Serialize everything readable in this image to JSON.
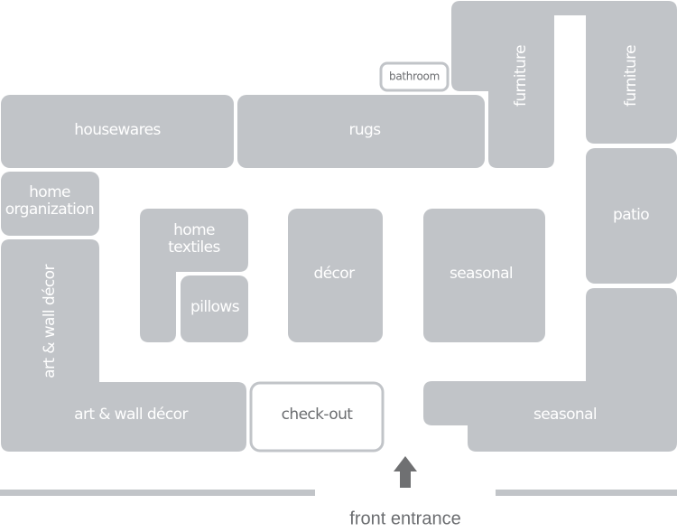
{
  "map": {
    "departments": {
      "housewares": "housewares",
      "rugs": "rugs",
      "bathroom": "bathroom",
      "furniture_left": "furniture",
      "furniture_right": "furniture",
      "home_organization_line1": "home",
      "home_organization_line2": "organization",
      "home_textiles_line1": "home",
      "home_textiles_line2": "textiles",
      "pillows": "pillows",
      "decor": "décor",
      "seasonal_center": "seasonal",
      "patio": "patio",
      "art_wall_decor_vertical": "art & wall décor",
      "art_wall_decor_horizontal": "art & wall décor",
      "checkout": "check-out",
      "seasonal_corner": "seasonal"
    },
    "entrance": {
      "label": "front entrance",
      "arrow_icon": "up-arrow"
    },
    "colors": {
      "department_fill": "#c1c4c8",
      "label_light": "#ffffff",
      "label_dark": "#6b6d70",
      "arrow": "#6f7072"
    }
  }
}
